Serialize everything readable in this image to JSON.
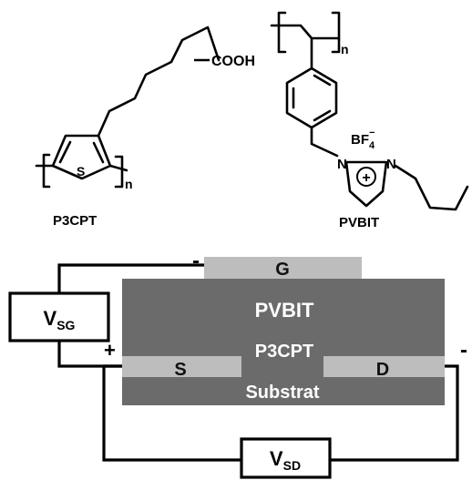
{
  "chemistry": {
    "p3cpt": {
      "name": "P3CPT",
      "acid_group": "COOH",
      "sulfur": "S",
      "repeat_n": "n"
    },
    "pvbit": {
      "name": "PVBIT",
      "repeat_n": "n",
      "counterion_base": "BF",
      "counterion_sub": "4",
      "counterion_sup": "−",
      "nitrogen_left": "N",
      "nitrogen_right": "N",
      "plus_sign": "+"
    }
  },
  "device": {
    "gate_label": "G",
    "dielectric_label": "PVBIT",
    "semiconductor_label": "P3CPT",
    "source_label": "S",
    "drain_label": "D",
    "substrate_label": "Substrat",
    "vsg": {
      "base": "V",
      "sub": "SG"
    },
    "vsd": {
      "base": "V",
      "sub": "SD"
    },
    "sign_gate_minus": "-",
    "sign_source_plus": "+",
    "sign_drain_minus": "-"
  },
  "colors": {
    "dark_layer": "#6b6b6b",
    "light_layer": "#bdbdbd",
    "substrate": "#6b6b6b",
    "text_light": "#ffffff",
    "text_dark": "#111111",
    "line": "#000000"
  }
}
